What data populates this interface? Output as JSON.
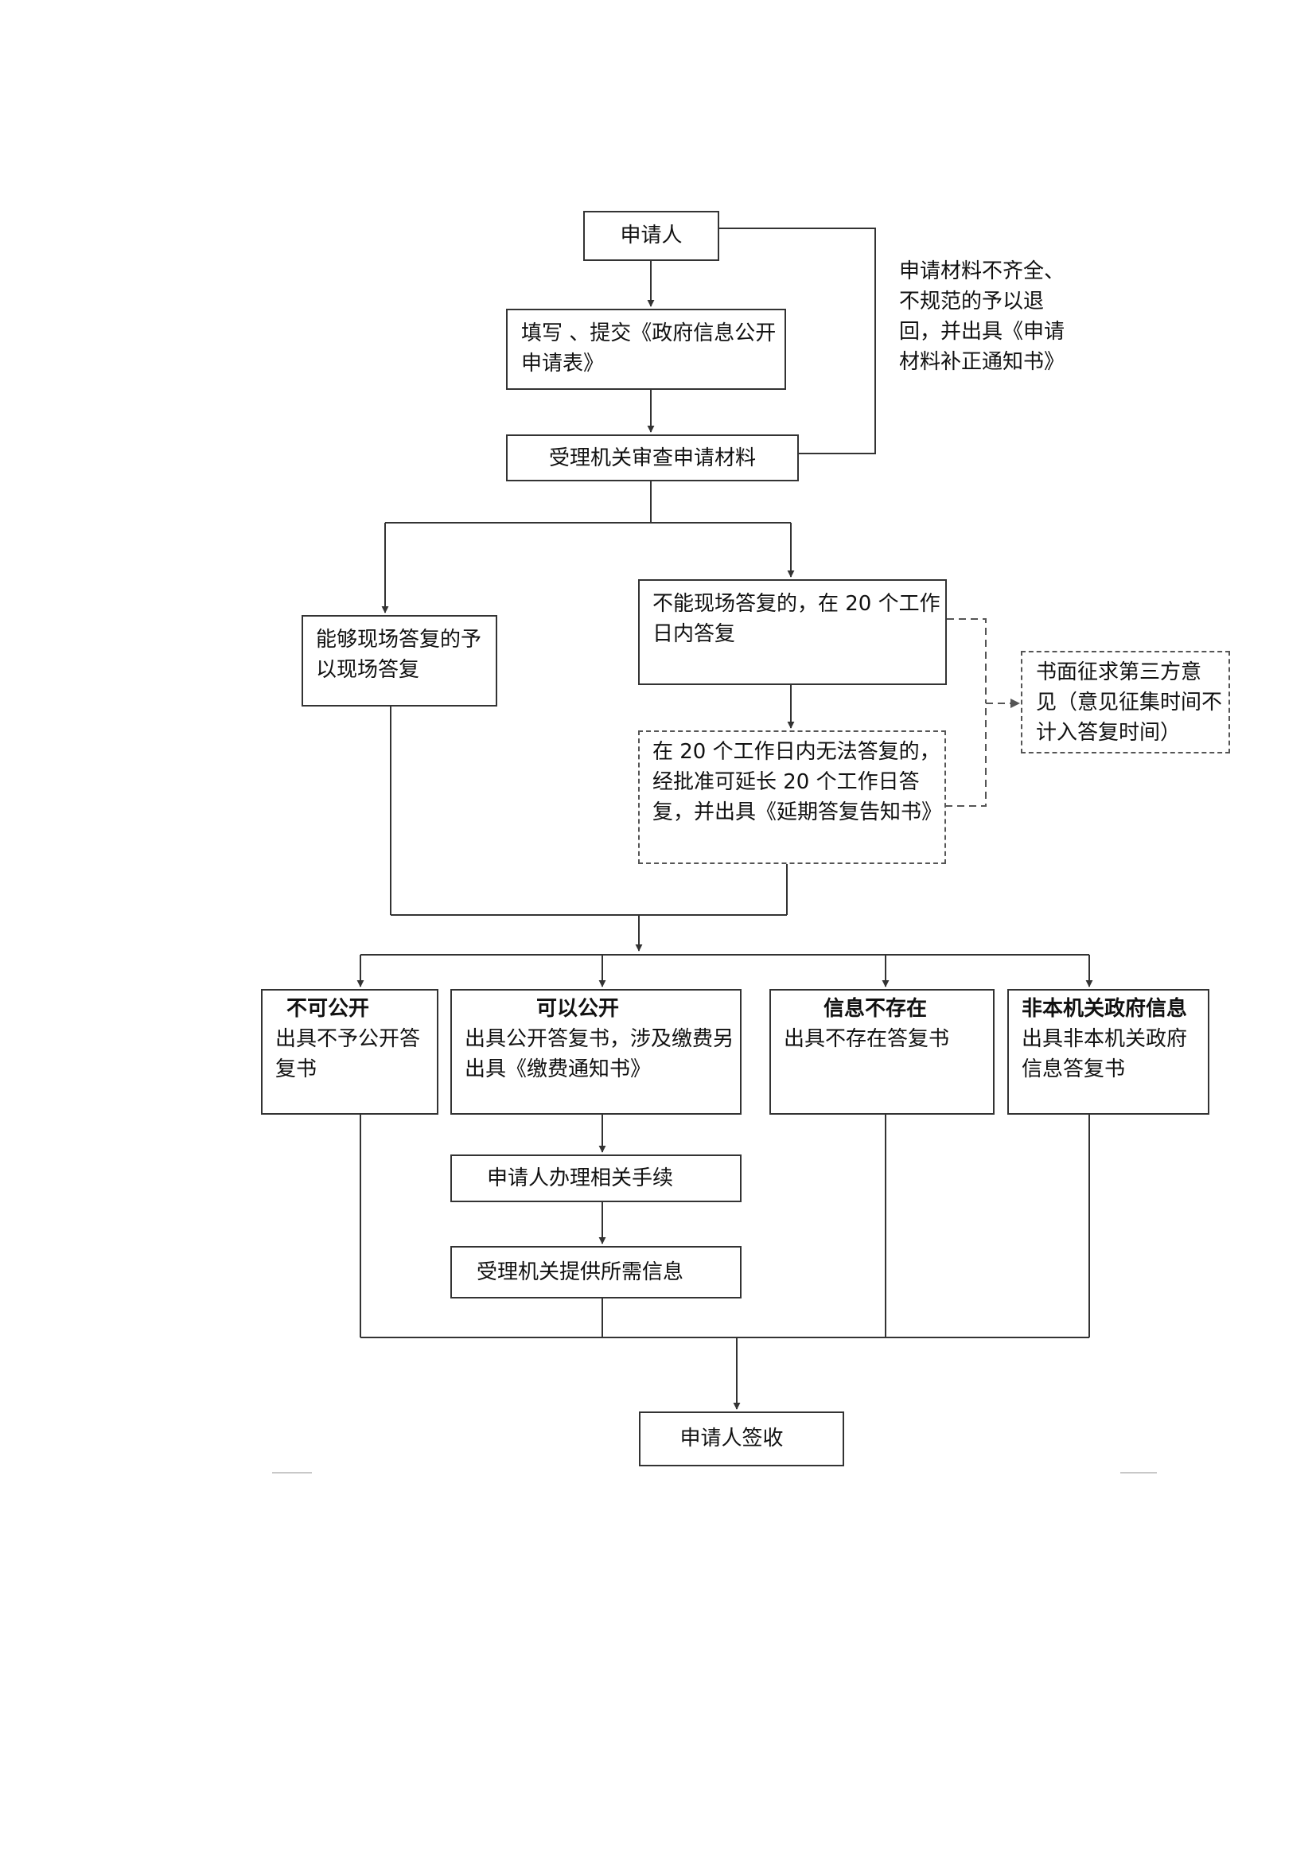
{
  "nodes": {
    "applicant": "申请人",
    "fill_form": [
      "填写 、提交《政府信息公开",
      "申请表》"
    ],
    "review": "受理机关审查申请材料",
    "on_site": [
      "能够现场答复的予",
      "以现场答复"
    ],
    "within_20": [
      "不能现场答复的，在 20 个工作",
      "日内答复"
    ],
    "third_party": [
      "书面征求第三方意",
      "见（意见征集时间不",
      "计入答复时间）"
    ],
    "extension": [
      "在 20 个工作日内无法答复的，",
      "经批准可延长 20 个工作日答",
      "复，并出具《延期答复告知书》"
    ],
    "not_public": {
      "title": "不可公开",
      "body": [
        "出具不予公开答",
        "复书"
      ]
    },
    "public": {
      "title": "可以公开",
      "body": [
        "出具公开答复书，涉及缴费另",
        "出具《缴费通知书》"
      ]
    },
    "not_exist": {
      "title": "信息不存在",
      "body": [
        "出具不存在答复书"
      ]
    },
    "not_agency": {
      "title": "非本机关政府信息",
      "body": [
        "出具非本机关政府",
        "信息答复书"
      ]
    },
    "procedures": "申请人办理相关手续",
    "provide": "受理机关提供所需信息",
    "sign": "申请人签收"
  },
  "return_note": [
    "申请材料不齐全、",
    "不规范的予以退",
    "回，并出具《申请",
    "材料补正通知书》"
  ]
}
